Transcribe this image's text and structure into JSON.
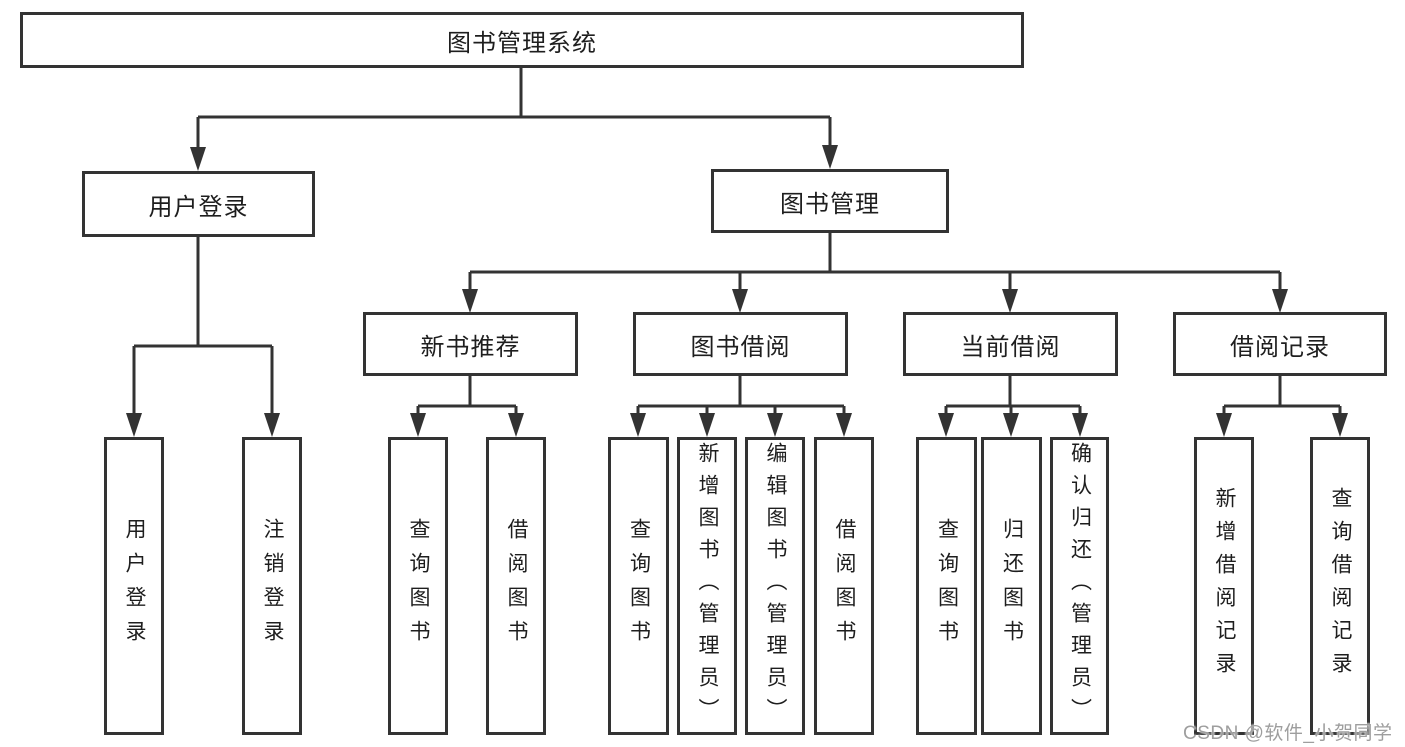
{
  "tree": {
    "root": "图书管理系统",
    "branches": [
      {
        "label": "用户登录",
        "children": [
          "用户登录",
          "注销登录"
        ]
      },
      {
        "label": "图书管理",
        "groups": [
          {
            "label": "新书推荐",
            "children": [
              "查询图书",
              "借阅图书"
            ]
          },
          {
            "label": "图书借阅",
            "children": [
              "查询图书",
              "新增图书（管理员）",
              "编辑图书（管理员）",
              "借阅图书"
            ]
          },
          {
            "label": "当前借阅",
            "children": [
              "查询图书",
              "归还图书",
              "确认归还（管理员）"
            ]
          },
          {
            "label": "借阅记录",
            "children": [
              "新增借阅记录",
              "查询借阅记录"
            ]
          }
        ]
      }
    ]
  },
  "colors": {
    "line": "#333333",
    "text": "#1e1e1e",
    "watermark_gray": "#9e9e9e",
    "background": "#ffffff"
  },
  "watermark": "CSDN @软件_小贺同学"
}
